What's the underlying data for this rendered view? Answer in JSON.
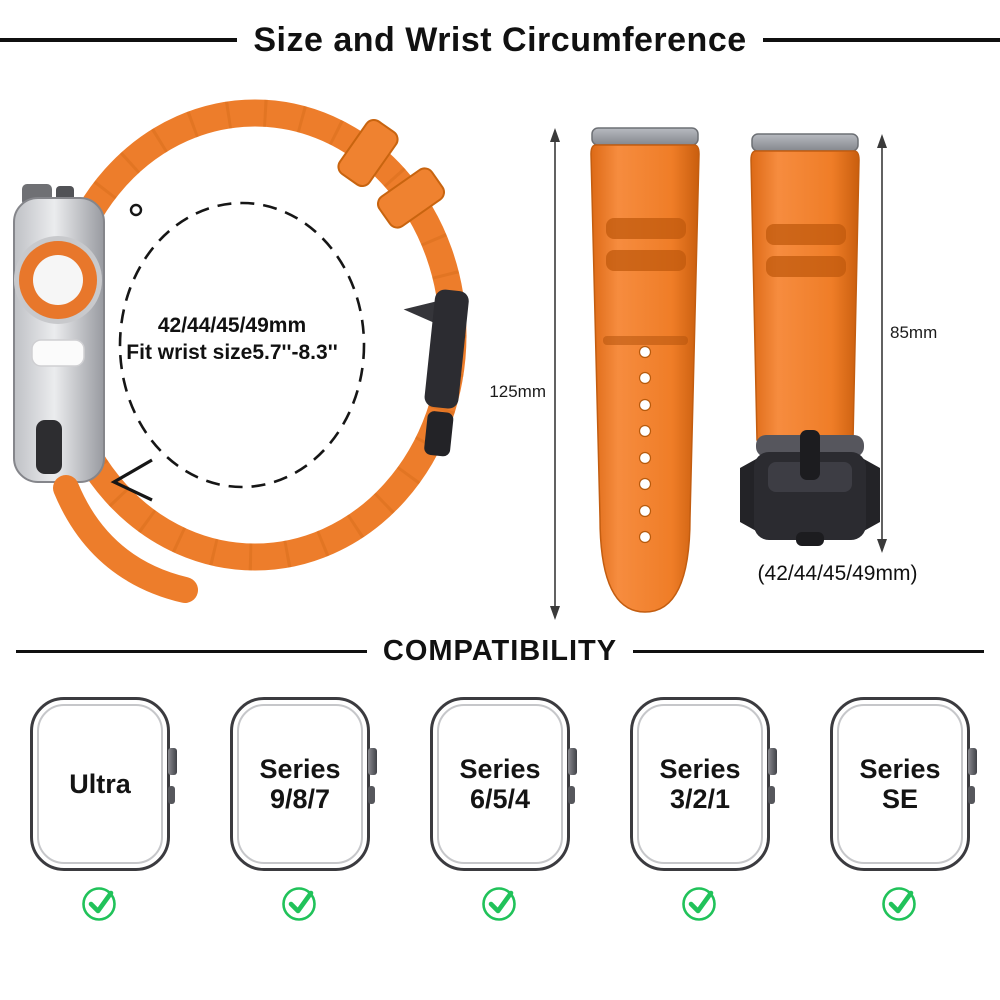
{
  "title": "Size and Wrist Circumference",
  "size_diagram": {
    "band_size": "42/44/45/49mm",
    "wrist_fit": "Fit wrist size5.7''-8.3''",
    "length_label": "125mm",
    "width_label": "85mm",
    "size_caption": "(42/44/45/49mm)"
  },
  "compatibility": {
    "heading": "COMPATIBILITY",
    "models": [
      {
        "line1": "Ultra",
        "line2": ""
      },
      {
        "line1": "Series",
        "line2": "9/8/7"
      },
      {
        "line1": "Series",
        "line2": "6/5/4"
      },
      {
        "line1": "Series",
        "line2": "3/2/1"
      },
      {
        "line1": "Series",
        "line2": "SE"
      }
    ]
  },
  "colors": {
    "band_orange": "#ED7D2B",
    "check_green": "#21C25A"
  }
}
